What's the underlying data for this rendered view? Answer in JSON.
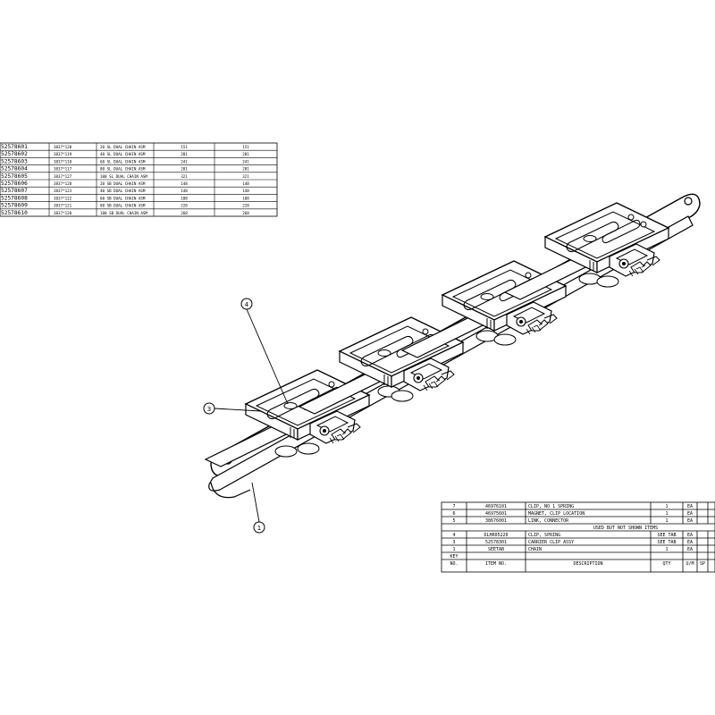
{
  "dash_table": {
    "rows": [
      [
        "52578601",
        "3837*120",
        "20 SL DUAL CHAIN ASM",
        "151",
        "151"
      ],
      [
        "52578602",
        "3837*119",
        "40 SL DUAL CHAIN ASM",
        "201",
        "201"
      ],
      [
        "52578603",
        "3837*118",
        "60 SL DUAL CHAIN ASM",
        "241",
        "241"
      ],
      [
        "52578604",
        "3837*117",
        "80 SL DUAL CHAIN ASM",
        "281",
        "281"
      ],
      [
        "52578605",
        "3837*127",
        "100 SL DUAL CHAIN ASM",
        "321",
        "321"
      ],
      [
        "52578606",
        "3837*128",
        "20 SB DUAL CHAIN ASM",
        "148",
        "148"
      ],
      [
        "52578607",
        "3837*123",
        "40 SB DUAL CHAIN ASM",
        "148",
        "148"
      ],
      [
        "52578608",
        "3837*122",
        "60 SB DUAL CHAIN ASM",
        "188",
        "188"
      ],
      [
        "52578609",
        "3837*121",
        "80 SB DUAL CHAIN ASM",
        "228",
        "228"
      ],
      [
        "52578610",
        "3837*120",
        "100 SB DUAL CHAIN ASM",
        "268",
        "268"
      ]
    ]
  },
  "callouts": [
    "1",
    "3",
    "4"
  ],
  "bom": {
    "rows": [
      {
        "key": "7",
        "item": "46976101",
        "desc": "CLIP, NO 1 SPRING",
        "qty": "1",
        "um": "EA"
      },
      {
        "key": "6",
        "item": "46975601",
        "desc": "MAGNET, CLIP LOCATION",
        "qty": "1",
        "um": "EA"
      },
      {
        "key": "5",
        "item": "38676001",
        "desc": "LINK, CONNECTOR",
        "qty": "1",
        "um": "EA"
      }
    ],
    "used_not_shown": "USED BUT NOT SHOWN ITEMS",
    "rows2": [
      {
        "key": "4",
        "item": "DLHR05220",
        "desc": "CLIP, SPRING",
        "qty": "SEE TAB",
        "um": "EA"
      },
      {
        "key": "3",
        "item": "52578301",
        "desc": "CARRIER CLIP ASSY",
        "qty": "SEE TAB",
        "um": "EA"
      },
      {
        "key": "1",
        "item": "SEETAB",
        "desc": "CHAIN",
        "qty": "1",
        "um": "EA"
      }
    ],
    "header": {
      "key1": "KEY",
      "key2": "NO.",
      "item": "ITEM NO.",
      "desc": "DESCRIPTION",
      "qty": "QTY",
      "um": "U/M",
      "sp": "SP"
    }
  }
}
